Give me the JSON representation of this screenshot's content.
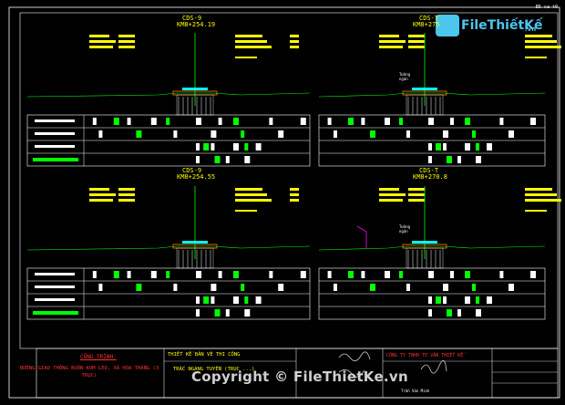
{
  "sheet_code": "B5 ca t0",
  "logo": {
    "brand": "FileThiếtKế",
    "domain": ".vn"
  },
  "watermark": "Copyright © FileThietKe.vn",
  "sections": [
    {
      "id": "tl",
      "code": "CDS-9",
      "km": "KM8+254.19",
      "ground_label": ""
    },
    {
      "id": "tr",
      "code": "CDS-T",
      "km": "KM8+275",
      "ground_label": "Tường\nngăn"
    },
    {
      "id": "bl",
      "code": "CDS-9",
      "km": "KM8+254.55",
      "ground_label": ""
    },
    {
      "id": "br",
      "code": "CDS-T",
      "km": "KM8+270.8",
      "ground_label": "Tường\nngăn"
    }
  ],
  "title_block": {
    "project_label": "CÔNG TRÌNH:",
    "project_name": "ĐƯỜNG GIAO THÔNG BUÔN KOM LEO, XÃ HÒA THẮNG (3 TRỤC)",
    "design_stage": "THIẾT KẾ BẢN VẼ THI CÔNG",
    "drawing_title": "TRẮC NGANG TUYẾN (TRỤC ...)",
    "company": "CÔNG TY TNHH TƯ VẤN THIẾT KẾ",
    "signer": "Trần Văn Minh"
  },
  "colors": {
    "frame": "#ffffff",
    "accent": "#00ff00",
    "annotation": "#ffff00",
    "label": "#ff3333"
  }
}
